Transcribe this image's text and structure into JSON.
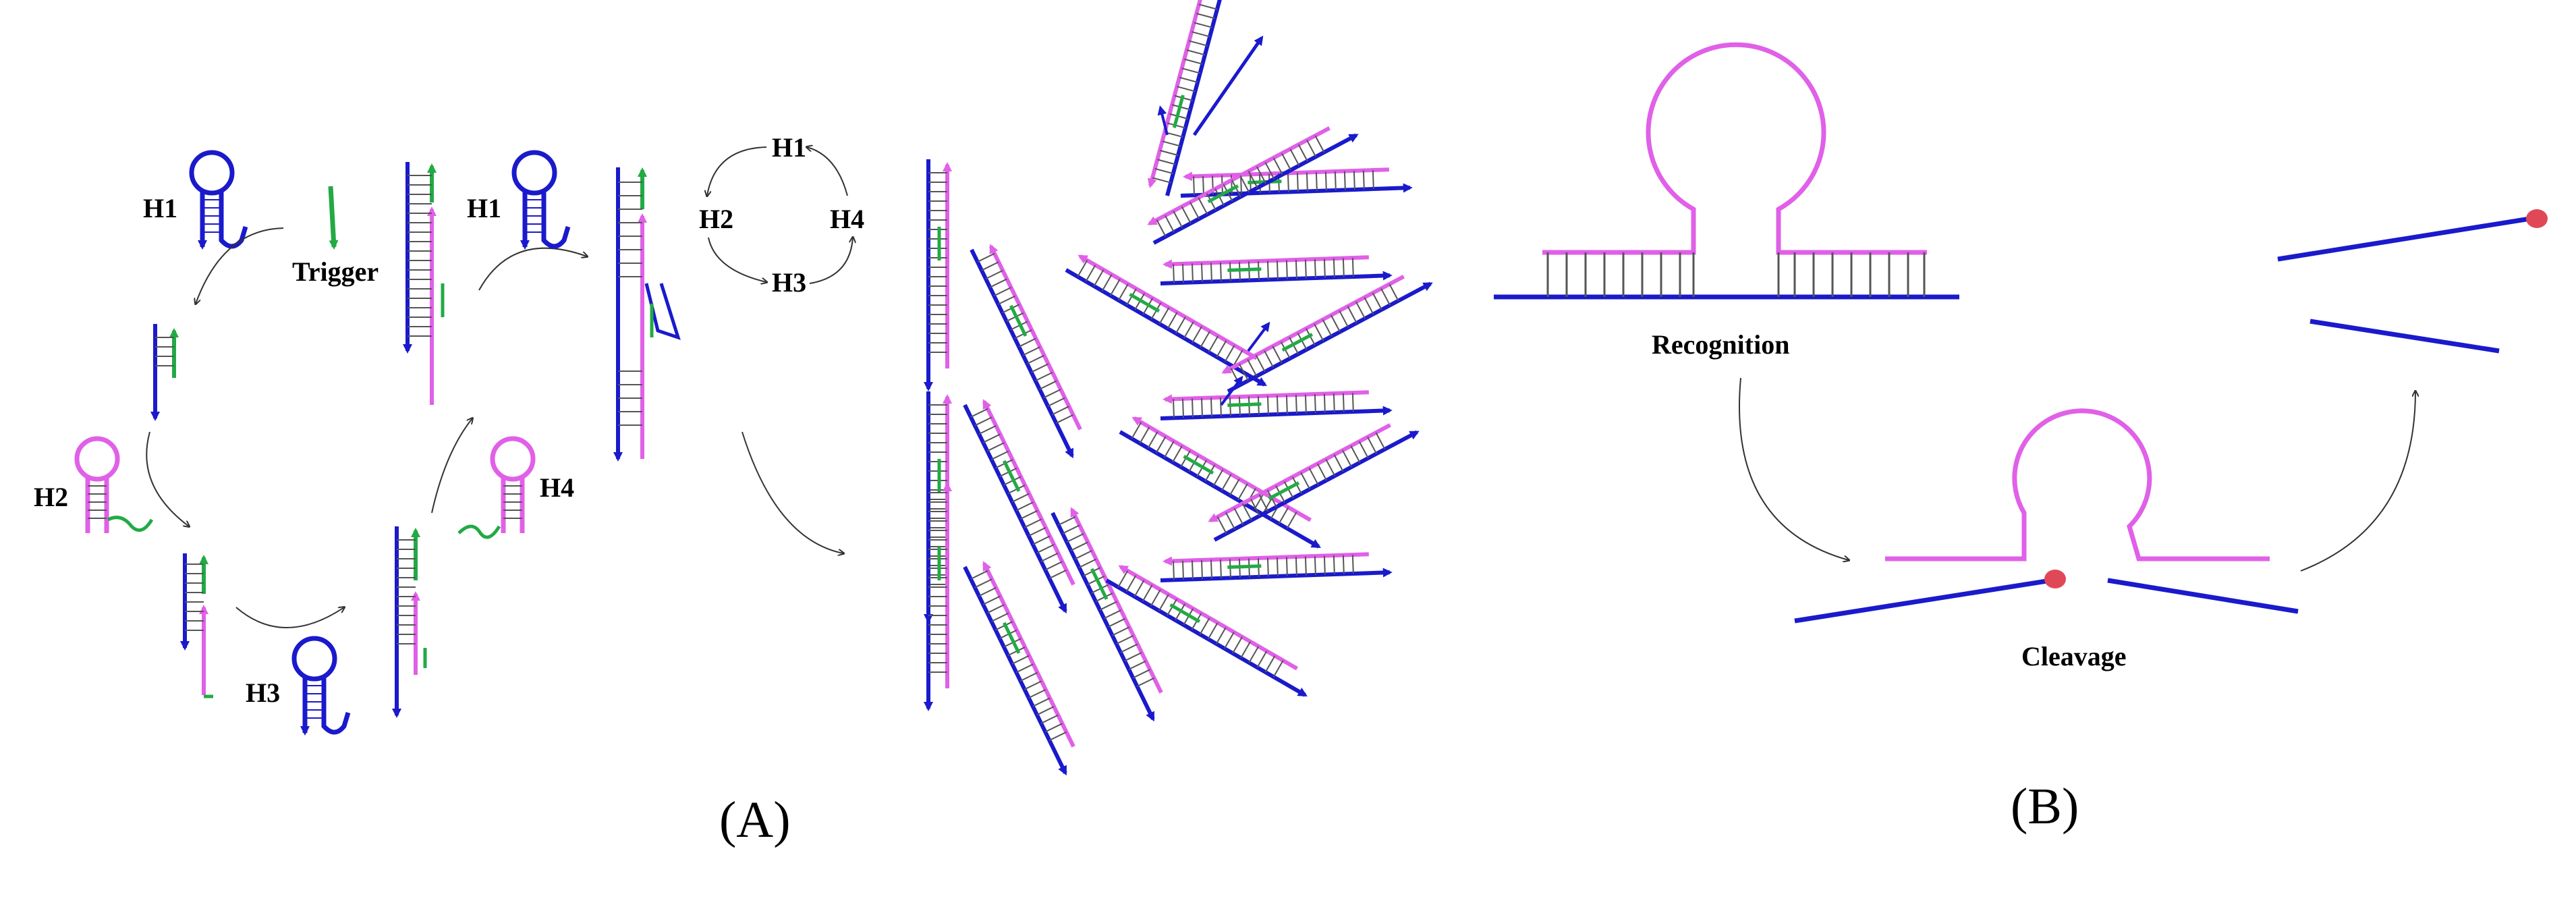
{
  "panel_a": {
    "caption": "(A)",
    "labels": {
      "h1": "H1",
      "h1b": "H1",
      "h2": "H2",
      "h3": "H3",
      "h4": "H4",
      "trigger": "Trigger",
      "cycle_h1": "H1",
      "cycle_h2": "H2",
      "cycle_h3": "H3",
      "cycle_h4": "H4"
    }
  },
  "panel_b": {
    "caption": "(B)",
    "labels": {
      "recognition": "Recognition",
      "cleavage": "Cleavage"
    }
  },
  "colors": {
    "strand_blue": "#1a1acc",
    "strand_magenta": "#e060e8",
    "strand_green": "#22aa44",
    "cleavage_site": "#e04858",
    "arrow": "#333333"
  },
  "icons": [
    "hairpin-probe-icon",
    "cleavage-site-dot-icon",
    "curved-arrow-icon"
  ]
}
